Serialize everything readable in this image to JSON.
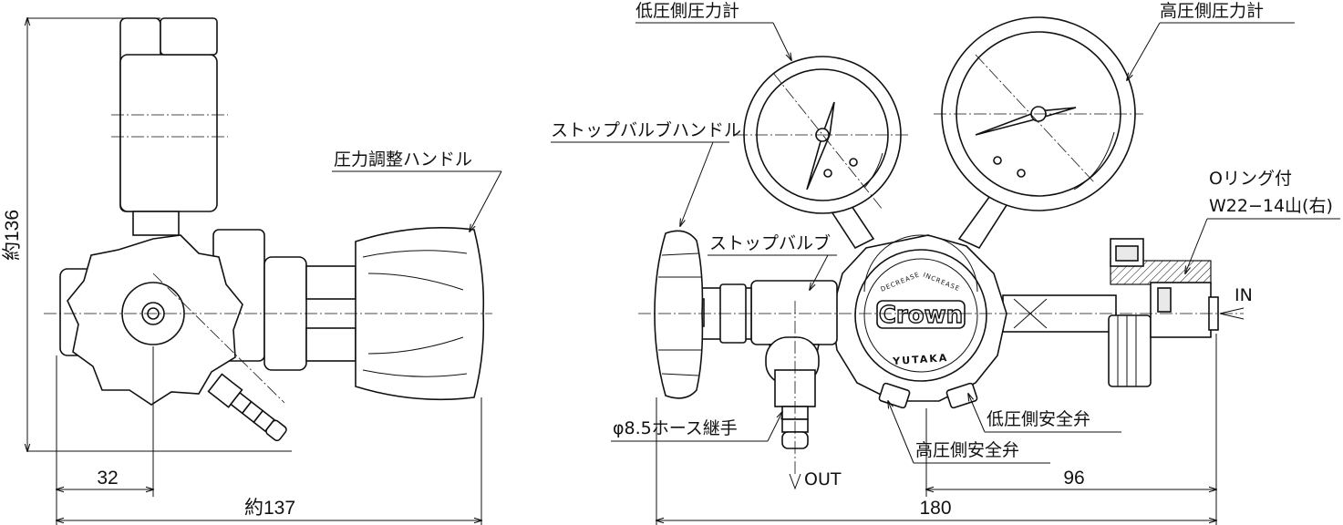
{
  "labels": {
    "pressure_handle": "圧力調整ハンドル",
    "low_gauge": "低圧側圧力計",
    "high_gauge": "高圧側圧力計",
    "stop_valve_handle": "ストップバルブハンドル",
    "stop_valve": "ストップバルブ",
    "oring": "Oリング付",
    "thread": "W22−14山(右)",
    "inlet": "IN",
    "outlet": "OUT",
    "hose_fitting": "φ8.5ホース継手",
    "low_safety_valve": "低圧側安全弁",
    "high_safety_valve": "高圧側安全弁"
  },
  "dimensions": {
    "height": "約136",
    "depth_32": "32",
    "depth_total": "約137",
    "width_total": "180",
    "width_96": "96"
  },
  "brand": {
    "name": "Crown",
    "maker": "YUTAKA",
    "decrease": "DECREASE",
    "increase": "INCREASE"
  }
}
